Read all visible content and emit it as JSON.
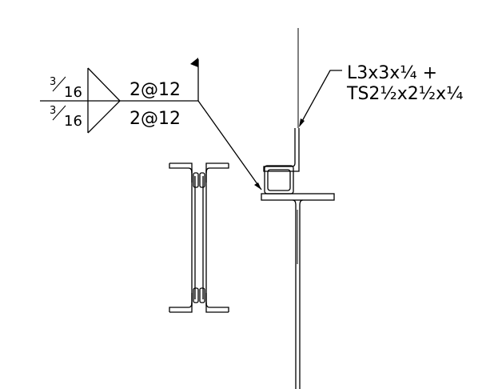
{
  "weld_symbol": {
    "upper_size_num": "3",
    "upper_size_den": "16",
    "upper_pitch": "2@12",
    "lower_size_num": "3",
    "lower_size_den": "16",
    "lower_pitch": "2@12"
  },
  "callout": {
    "line1": "L3x3x¼  +",
    "line2": "TS2½x2½x¼"
  },
  "colors": {
    "line": "#000000",
    "background": "#ffffff"
  }
}
